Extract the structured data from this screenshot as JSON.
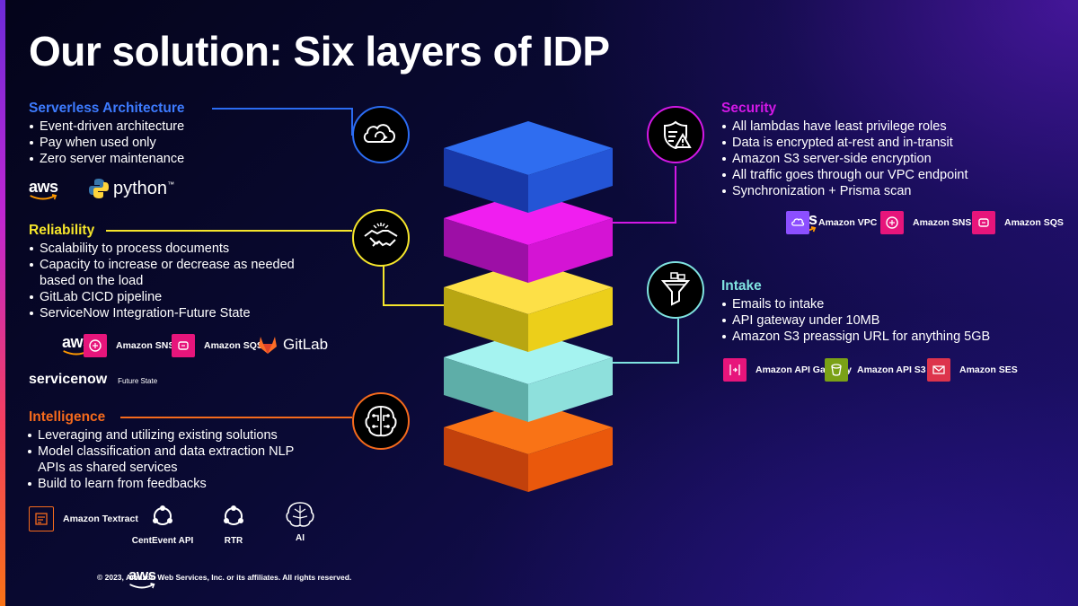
{
  "title": "Our solution: Six layers of IDP",
  "colors": {
    "serverless": "#2b6cf2",
    "reliability": "#f5e52b",
    "intelligence": "#f56a1c",
    "security": "#d318e6",
    "intake": "#7fe3e0"
  },
  "serverless": {
    "heading": "Serverless Architecture",
    "bullets": [
      "Event-driven architecture",
      "Pay when used only",
      "Zero server maintenance"
    ],
    "logos": {
      "aws": "aws",
      "python": "python",
      "python_tm": "™"
    }
  },
  "reliability": {
    "heading": "Reliability",
    "bullets": [
      "Scalability to process documents",
      "Capacity to increase or decrease as needed based on the load",
      "GitLab CICD pipeline",
      "ServiceNow Integration-Future State"
    ],
    "logos": {
      "aws": "aws",
      "sns": "Amazon SNS",
      "sqs": "Amazon SQS",
      "gitlab": "GitLab",
      "servicenow": "servicenow",
      "servicenow_note": "Future State"
    }
  },
  "intelligence": {
    "heading": "Intelligence",
    "bullets": [
      "Leveraging and utilizing existing solutions",
      "Model classification and data extraction NLP APIs as shared services",
      "Build to learn from feedbacks"
    ],
    "icons": {
      "textract": "Amazon Textract",
      "centevent": "CentEvent API",
      "rtr": "RTR",
      "ai": "AI"
    }
  },
  "security": {
    "heading": "Security",
    "bullets": [
      "All lambdas have least privilege roles",
      "Data is encrypted at-rest and in-transit",
      "Amazon S3 server-side encryption",
      "All traffic goes through our VPC endpoint",
      "Synchronization + Prisma scan"
    ],
    "logos": {
      "aws": "aws",
      "vpc": "Amazon VPC",
      "sns": "Amazon SNS",
      "sqs": "Amazon SQS"
    }
  },
  "intake": {
    "heading": "Intake",
    "bullets": [
      "Emails to intake",
      "API gateway under 10MB",
      "Amazon  S3 preassign URL for anything 5GB"
    ],
    "logos": {
      "apigw": "Amazon API Gateway",
      "s3": "Amazon API S3",
      "ses": "Amazon SES"
    }
  },
  "footer": {
    "aws": "aws",
    "copyright": "© 2023, Amazon Web Services, Inc. or its affiliates. All rights reserved."
  }
}
